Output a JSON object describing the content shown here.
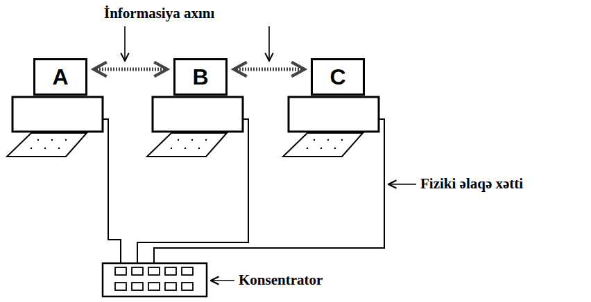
{
  "diagram": {
    "nodes": [
      {
        "text": [
          "A"
        ]
      },
      {
        "text": [
          "B"
        ]
      },
      {
        "text": [
          "C"
        ]
      }
    ],
    "edges": [
      {
        "from": 0,
        "to": 1,
        "arrow": "both"
      },
      {
        "from": 1,
        "to": 2,
        "arrow": "both"
      }
    ],
    "labels": [
      "İnformasiya axını",
      "Fiziki əlaqə xətti",
      "Konsentrator"
    ]
  }
}
